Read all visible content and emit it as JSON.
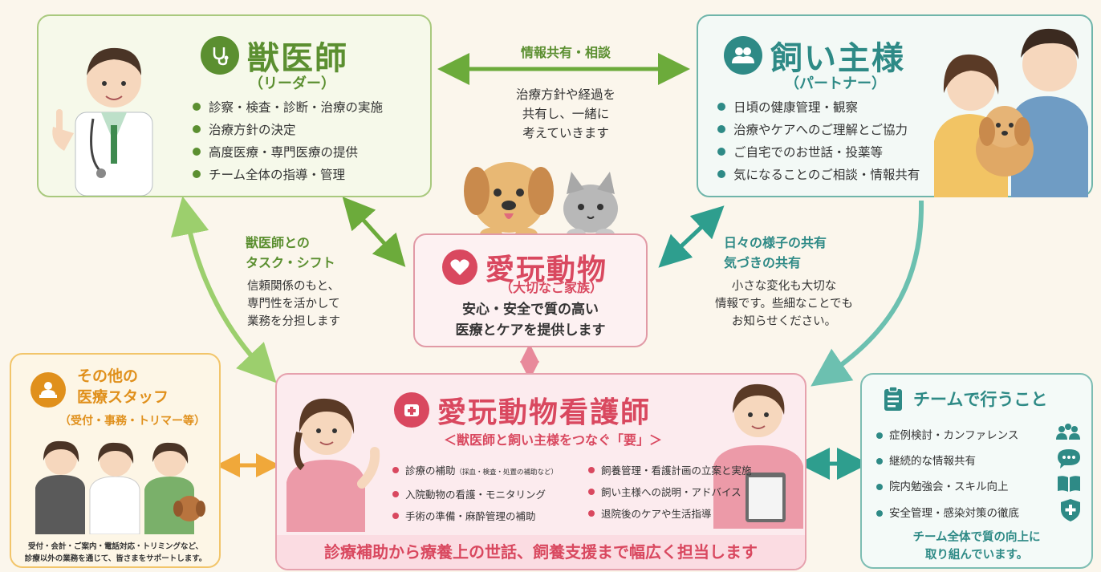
{
  "vet": {
    "title": "獣医師",
    "subtitle": "（リーダー）",
    "items": [
      "診察・検査・診断・治療の実施",
      "治療方針の決定",
      "高度医療・専門医療の提供",
      "チーム全体の指導・管理"
    ]
  },
  "owner": {
    "title": "飼い主様",
    "subtitle": "（パートナー）",
    "items": [
      "日頃の健康管理・観察",
      "治療やケアへのご理解とご協力",
      "ご自宅でのお世話・投薬等",
      "気になることのご相談・情報共有"
    ]
  },
  "top_link": {
    "label": "情報共有・相談",
    "desc_lines": [
      "治療方針や経過を",
      "共有し、一緒に",
      "考えていきます"
    ]
  },
  "pet": {
    "title": "愛玩動物",
    "subtitle": "（大切なご家族）",
    "desc_lines": [
      "安心・安全で質の高い",
      "医療とケアを提供します"
    ]
  },
  "left_link": {
    "label_lines": [
      "獣医師との",
      "タスク・シフト"
    ],
    "desc_lines": [
      "信頼関係のもと、",
      "専門性を活かして",
      "業務を分担します"
    ]
  },
  "right_link": {
    "label_lines": [
      "日々の様子の共有",
      "気づきの共有"
    ],
    "desc_lines": [
      "小さな変化も大切な",
      "情報です。些細なことでも",
      "お知らせください。"
    ]
  },
  "nurse": {
    "title": "愛玩動物看護師",
    "subtitle": "＜獣医師と飼い主様をつなぐ「要」＞",
    "items_left": [
      {
        "main": "診療の補助",
        "note": "（採血・検査・処置の補助など）"
      },
      {
        "main": "入院動物の看護・モニタリング",
        "note": ""
      },
      {
        "main": "手術の準備・麻酔管理の補助",
        "note": ""
      }
    ],
    "items_right": [
      "飼養管理・看護計画の立案と実施",
      "飼い主様への説明・アドバイス",
      "退院後のケアや生活指導"
    ],
    "footer": "診療補助から療養上の世話、飼養支援まで幅広く担当します"
  },
  "staff": {
    "title_lines": [
      "その他の",
      "医療スタッフ"
    ],
    "subtitle": "（受付・事務・トリマー等）",
    "desc_lines": [
      "受付・会計・ご案内・電話対応・トリミングなど、",
      "診療以外の業務を通じて、皆さまをサポートします。"
    ]
  },
  "team": {
    "title": "チームで行うこと",
    "items": [
      "症例検討・カンファレンス",
      "継続的な情報共有",
      "院内勉強会・スキル向上",
      "安全管理・感染対策の徹底"
    ],
    "footer_lines": [
      "チーム全体で質の向上に",
      "取り組んでいます。"
    ]
  },
  "colors": {
    "vet": "#5b8f30",
    "owner": "#2e8a86",
    "pet": "#d9485f",
    "nurse": "#d9485f",
    "staff": "#e0901c",
    "team": "#2e8a86"
  },
  "icons": {
    "vet": "stethoscope-icon",
    "owner": "people-icon",
    "pet": "heart-icon",
    "nurse": "medical-cross-icon",
    "staff": "person-desk-icon",
    "team": "clipboard-icon"
  }
}
